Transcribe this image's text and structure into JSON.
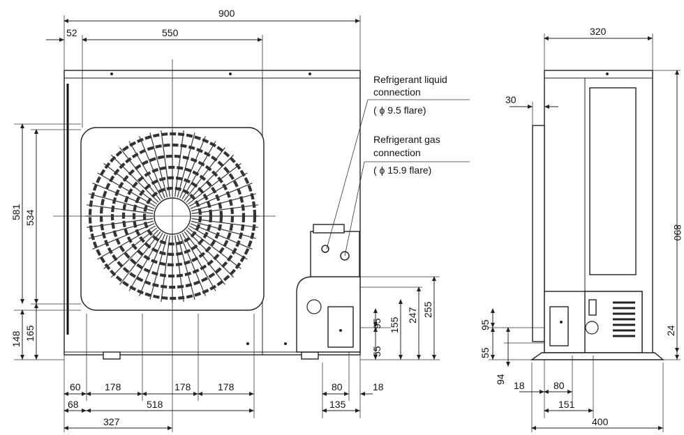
{
  "dimensions": {
    "overall_width": "900",
    "left_offset": "52",
    "fan_span": "550",
    "grille_height": "581",
    "fan_height": "534",
    "base_to_grille": "148",
    "base_to_fan": "165",
    "pitch_a": "60",
    "pitch_b": "178",
    "pitch_c": "178",
    "pitch_d": "178",
    "offset_68": "68",
    "foot_span": "518",
    "center_327": "327",
    "valve_80": "80",
    "valve_18": "18",
    "valve_135": "135",
    "h95": "95",
    "h155": "155",
    "h55": "55",
    "h247": "247",
    "h255": "255",
    "side_depth": "320",
    "side_offset_30": "30",
    "side_height": "890",
    "side_95": "95",
    "side_55": "55",
    "side_94": "94",
    "side_18": "18",
    "side_80": "80",
    "side_151": "151",
    "side_400": "400",
    "side_24": "24"
  },
  "notes": {
    "liquid_line1": "Refrigerant liquid",
    "liquid_line2": "connection",
    "liquid_line3": "( ϕ 9.5 flare)",
    "gas_line1": "Refrigerant gas",
    "gas_line2": "connection",
    "gas_line3": "( ϕ 15.9 flare)"
  }
}
